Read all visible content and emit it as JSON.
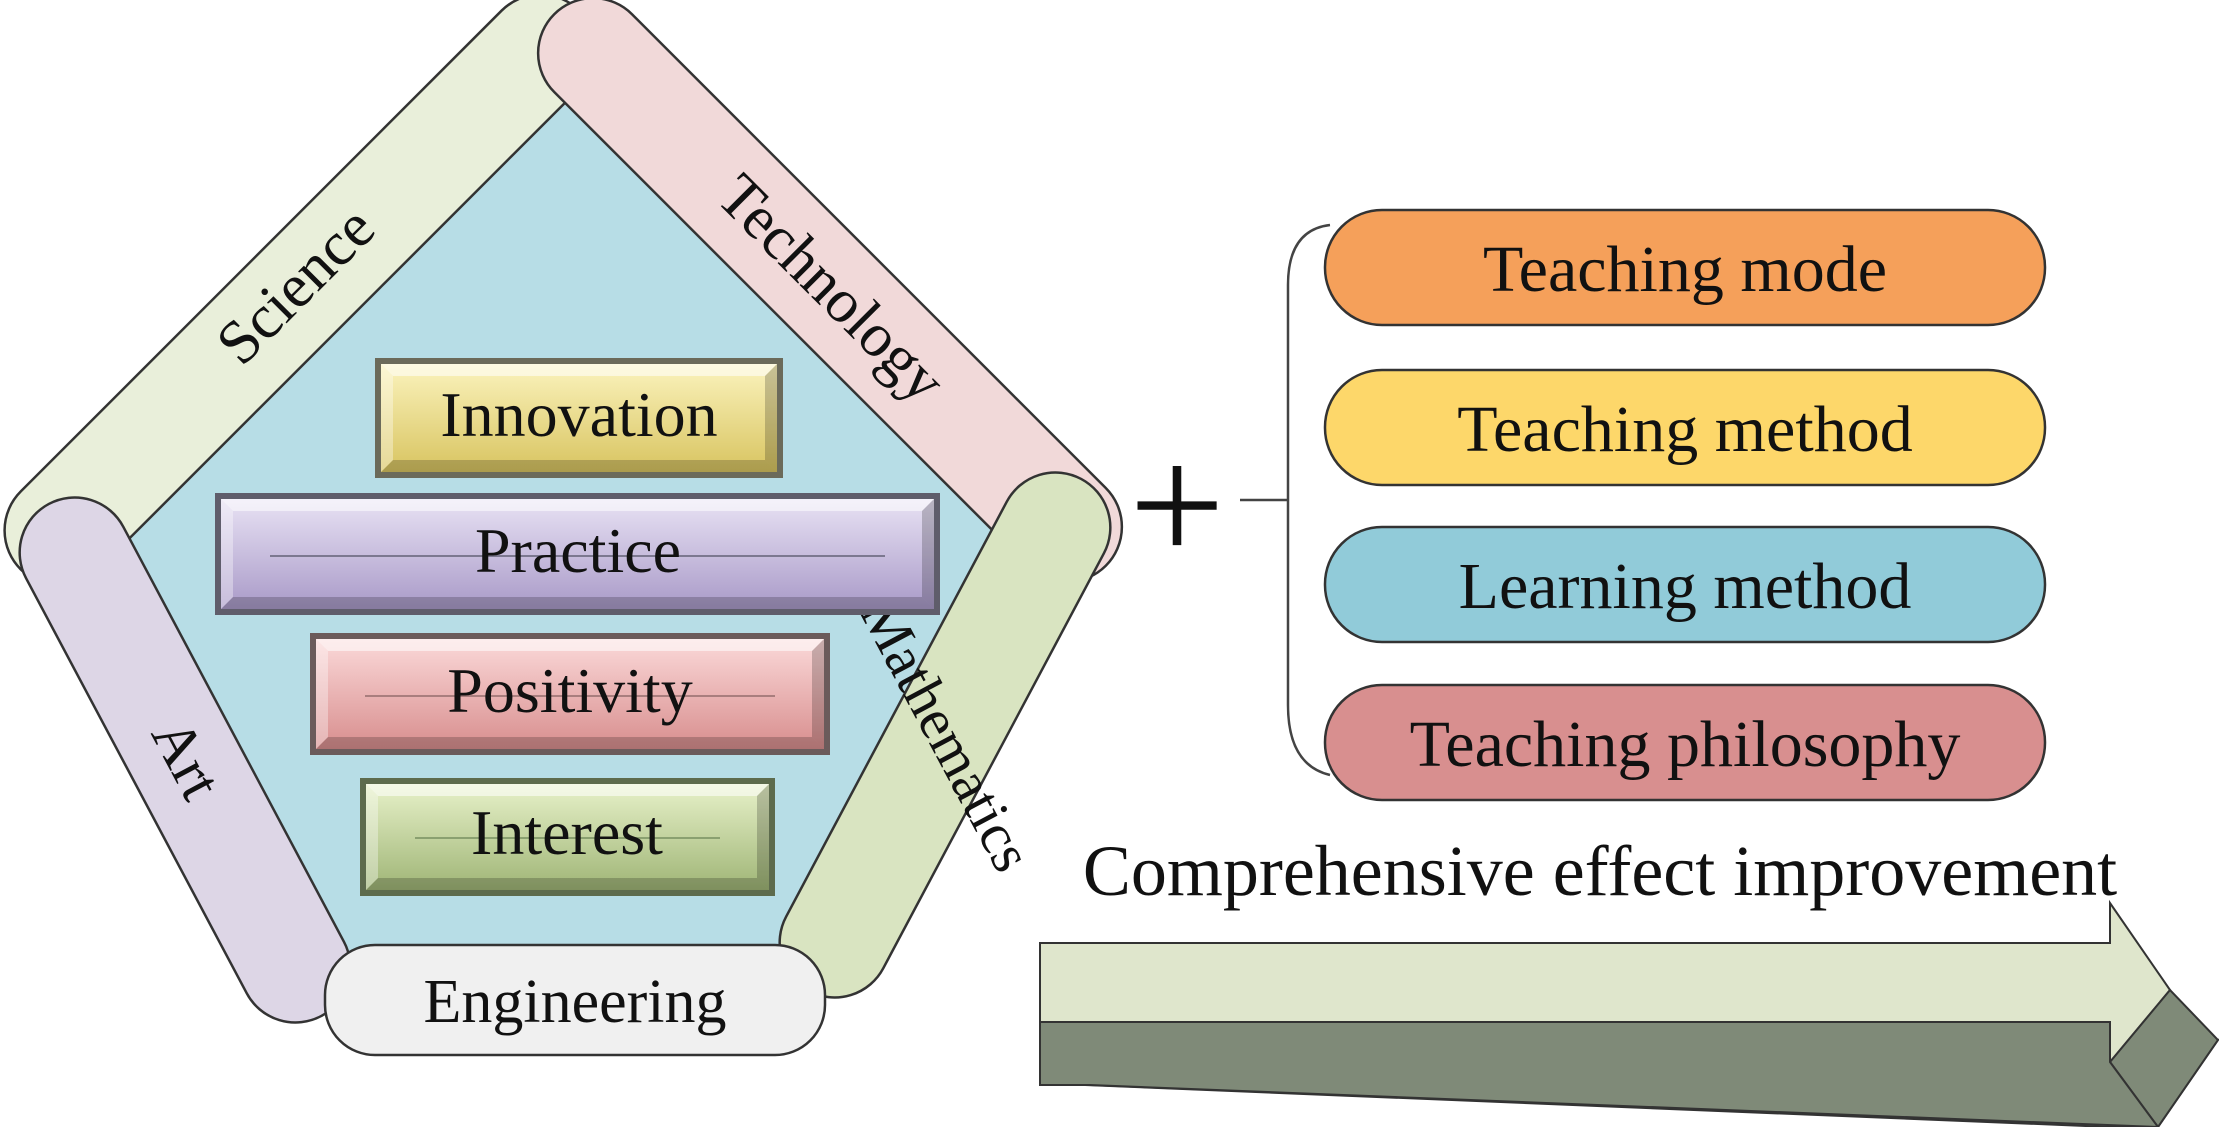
{
  "pentagon": {
    "sides": {
      "science": "Science",
      "technology": "Technology",
      "mathematics": "Mathematics",
      "engineering": "Engineering",
      "art": "Art"
    },
    "core_items": [
      {
        "label": "Innovation",
        "color": "#f2e38f"
      },
      {
        "label": "Practice",
        "color": "#d3c9e6"
      },
      {
        "label": "Positivity",
        "color": "#f0b6b6"
      },
      {
        "label": "Interest",
        "color": "#cfe0a8"
      }
    ],
    "inner_color": "#b7dde6",
    "side_colors": {
      "science": "#e9efda",
      "technology": "#f1d9d9",
      "mathematics": "#d9e4c1",
      "engineering": "#f0f0f0",
      "art": "#ddd6e6"
    }
  },
  "plus_symbol": "+",
  "methods": [
    {
      "label": "Teaching mode",
      "color": "#f5a05a"
    },
    {
      "label": "Teaching method",
      "color": "#fdd76a"
    },
    {
      "label": "Learning method",
      "color": "#91cbd9"
    },
    {
      "label": "Teaching philosophy",
      "color": "#d88f8f"
    }
  ],
  "arrow": {
    "label": "Comprehensive effect improvement",
    "top_color": "#dfe6cc",
    "side_color": "#7f8a78"
  }
}
